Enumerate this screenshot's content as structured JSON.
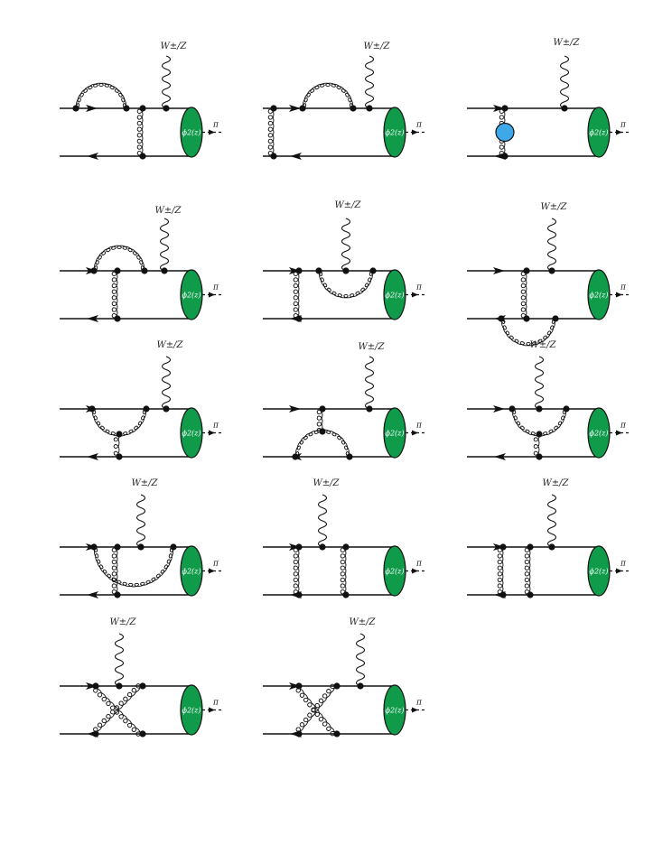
{
  "labels": {
    "boson": "W±/Z",
    "meson": "π",
    "amplitude": "ϕ2(z)"
  },
  "colors": {
    "line": "#111111",
    "blob_meson": "#0f9b4a",
    "blob_vertex": "#3ea9e8"
  },
  "diagrams": [
    {
      "topology": "quark-line self-energy gluon loop, t-channel gluon exchange"
    },
    {
      "topology": "quark-line self-energy gluon loop, gluon exchange at left"
    },
    {
      "topology": "effective vertex blob on exchanged gluon"
    },
    {
      "topology": "gluon loop on upper line, gluon exchange"
    },
    {
      "topology": "gluon loop under W vertex, gluon exchange at left"
    },
    {
      "topology": "gluon loop on lower line, gluon exchange"
    },
    {
      "topology": "three-gluon vertex below upper line"
    },
    {
      "topology": "three-gluon vertex above lower line"
    },
    {
      "topology": "three-gluon vertex at W vertex"
    },
    {
      "topology": "wide gluon loop across W vertex"
    },
    {
      "topology": "two gluon exchanges, W between"
    },
    {
      "topology": "two gluon exchanges, W after"
    },
    {
      "topology": "crossed gluons with W vertex between"
    },
    {
      "topology": "crossed gluons, W at right"
    }
  ]
}
